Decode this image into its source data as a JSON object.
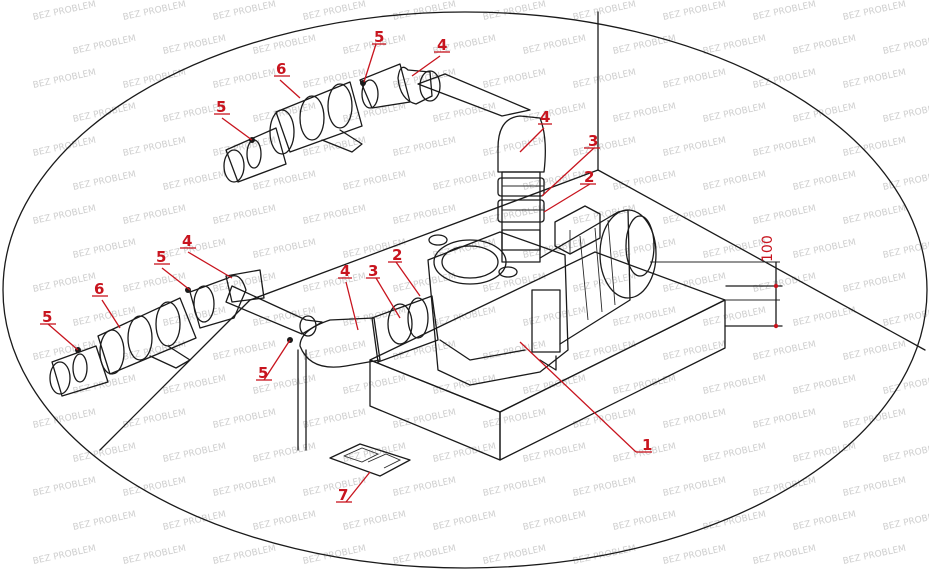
{
  "colors": {
    "callout": "#c8141e",
    "line": "#1a1a1a",
    "watermark": "#cfcfcf"
  },
  "watermark_text": "BEZ PROBLEM",
  "dimension_label": "100",
  "callouts": {
    "pump": "1",
    "union_pump_outlet": "2",
    "union_pump_inlet": "2",
    "adapter_outlet": "3",
    "adapter_inlet": "3",
    "elbow_top_right": "4",
    "elbow_top_left": "4",
    "elbow_bottom_right": "4",
    "elbow_bottom_left": "4",
    "clamp_top_right": "5",
    "clamp_top_left": "5",
    "clamp_bottom_mid": "5",
    "clamp_bottom_left": "5",
    "clamp_bottom_under": "5",
    "valve_top": "6",
    "valve_bottom": "6",
    "floor_drain": "7"
  }
}
